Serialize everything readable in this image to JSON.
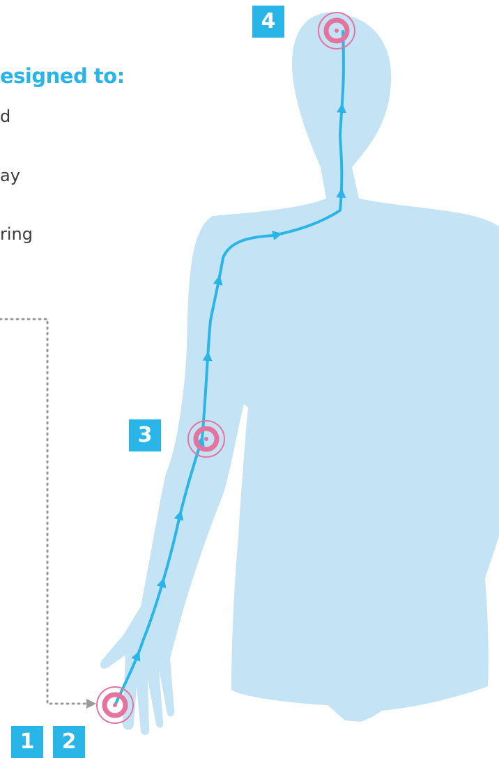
{
  "colors": {
    "body": "#c4e3f5",
    "path": "#2ab5e8",
    "target": "#e4749e",
    "badge": "#2ab5e8",
    "heading": "#2ab5e8",
    "dotted": "#9a9a9a"
  },
  "text": {
    "heading": "esigned to:",
    "lines": [
      "d",
      "ay",
      "ring"
    ]
  },
  "badges": [
    "4",
    "3",
    "1",
    "2"
  ],
  "icons": {
    "body": "human-silhouette-icon",
    "target": "concentric-target-icon",
    "arrow": "arrowhead-icon"
  }
}
